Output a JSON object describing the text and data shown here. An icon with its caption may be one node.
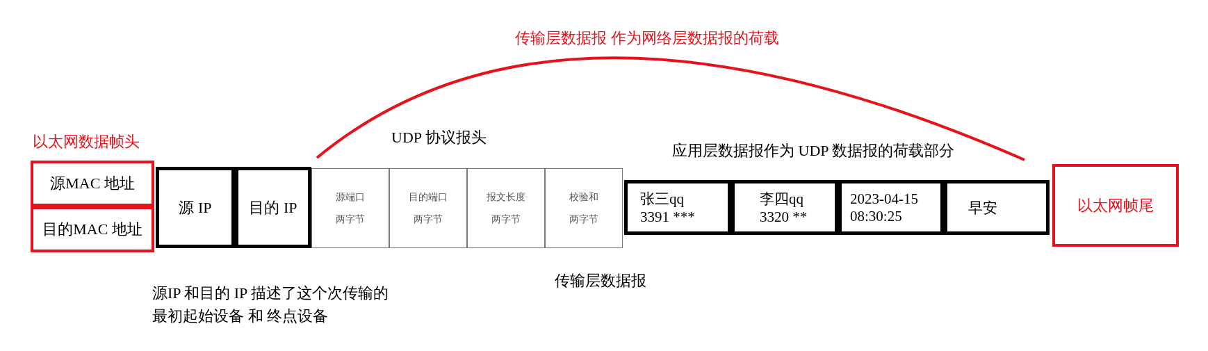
{
  "diagram": {
    "nodes": [
      {
        "text": [
          "源MAC 地址"
        ]
      },
      {
        "text": [
          "目的MAC 地址"
        ]
      },
      {
        "text": [
          "源 IP"
        ]
      },
      {
        "text": [
          "目的 IP"
        ]
      },
      {
        "text": [
          "源端口",
          "两字节"
        ]
      },
      {
        "text": [
          "目的端口",
          "两字节"
        ]
      },
      {
        "text": [
          "报文长度",
          "两字节"
        ]
      },
      {
        "text": [
          "校验和",
          "两字节"
        ]
      },
      {
        "text": [
          "张三qq",
          "3391 ***"
        ]
      },
      {
        "text": [
          "李四qq",
          "3320 **"
        ]
      },
      {
        "text": [
          "2023-04-15",
          "08:30:25"
        ]
      },
      {
        "text": [
          "早安"
        ]
      },
      {
        "text": [
          "以太网帧尾"
        ]
      }
    ],
    "labels": [
      "传输层数据报 作为网络层数据报的荷载",
      "以太网数据帧头",
      "UDP 协议报头",
      "应用层数据报作为 UDP 数据报的荷载部分",
      "源IP 和目的 IP 描述了这个次传输的最初起始设备 和 终点设备",
      "传输层数据报"
    ]
  }
}
